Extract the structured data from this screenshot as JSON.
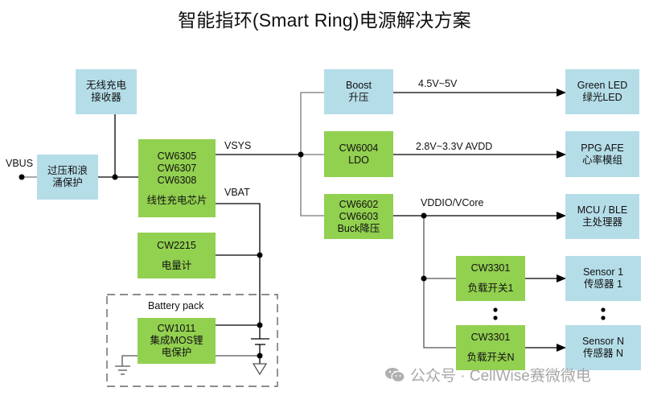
{
  "title": "智能指环(Smart Ring)电源解决方案",
  "colors": {
    "blue_box": "#b5dde8",
    "green_box": "#92d050",
    "wire": "#000000",
    "battery_pack_border": "#666666",
    "watermark": "#a8a8a8"
  },
  "inputs": {
    "vbus_label": "VBUS",
    "wireless_receiver": [
      "无线充电",
      "接收器"
    ],
    "ovp": [
      "过压和浪",
      "涌保护"
    ]
  },
  "charger": {
    "parts": [
      "CW6305",
      "CW6307",
      "CW6308"
    ],
    "desc": "线性充电芯片"
  },
  "rails": {
    "vsys": "VSYS",
    "vbat": "VBAT",
    "boost_out": "4.5V~5V",
    "ldo_out": "2.8V~3.3V  AVDD",
    "buck_out": "VDDIO/VCore"
  },
  "converters": {
    "boost": [
      "Boost",
      "升压"
    ],
    "ldo": [
      "CW6004",
      "LDO"
    ],
    "buck": [
      "CW6602",
      "CW6603",
      "Buck降压"
    ]
  },
  "loads": {
    "green_led": [
      "Green LED",
      "绿光LED"
    ],
    "ppg": [
      "PPG AFE",
      "心率模组"
    ],
    "mcu": [
      "MCU / BLE",
      "主处理器"
    ]
  },
  "fuel_gauge": {
    "part": "CW2215",
    "desc": "电量计"
  },
  "battery_pack": {
    "label": "Battery pack",
    "protector": [
      "CW1011",
      "集成MOS锂",
      "电保护"
    ]
  },
  "load_switches": [
    {
      "part": "CW3301",
      "desc": "负载开关1",
      "sensor": [
        "Sensor 1",
        "传感器 1"
      ]
    },
    {
      "part": "CW3301",
      "desc": "负载开关N",
      "sensor": [
        "Sensor N",
        "传感器 N"
      ]
    }
  ],
  "ellipsis": "⋮",
  "watermark": {
    "icon": "wechat-icon",
    "text": "公众号 · CellWise赛微微电"
  }
}
